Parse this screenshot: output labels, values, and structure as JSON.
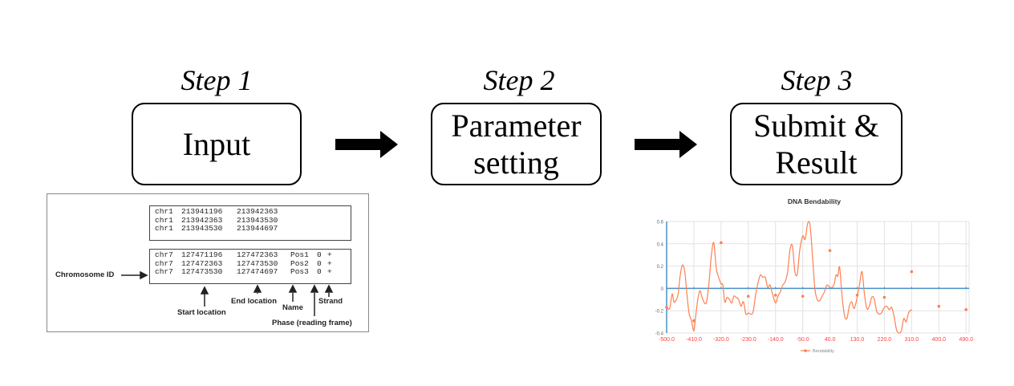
{
  "steps": [
    {
      "label": "Step 1",
      "box_text": [
        "Input"
      ]
    },
    {
      "label": "Step 2",
      "box_text": [
        "Parameter",
        "setting"
      ]
    },
    {
      "label": "Step 3",
      "box_text": [
        "Submit &",
        "Result"
      ]
    }
  ],
  "arrows": [
    {
      "from": "Step 1",
      "to": "Step 2",
      "icon": "right-arrow-icon"
    },
    {
      "from": "Step 2",
      "to": "Step 3",
      "icon": "right-arrow-icon"
    }
  ],
  "input_example": {
    "bed3_rows": [
      [
        "chr1",
        "213941196",
        "213942363"
      ],
      [
        "chr1",
        "213942363",
        "213943530"
      ],
      [
        "chr1",
        "213943530",
        "213944697"
      ]
    ],
    "bed6_rows": [
      [
        "chr7",
        "127471196",
        "127472363",
        "Pos1",
        "0",
        "+"
      ],
      [
        "chr7",
        "127472363",
        "127473530",
        "Pos2",
        "0",
        "+"
      ],
      [
        "chr7",
        "127473530",
        "127474697",
        "Pos3",
        "0",
        "+"
      ]
    ],
    "annotations": {
      "chromosome_id": "Chromosome ID",
      "start_location": "Start location",
      "end_location": "End location",
      "name": "Name",
      "strand": "Strand",
      "phase": "Phase (reading frame)"
    }
  },
  "chart_data": {
    "type": "line",
    "title": "DNA Bendability",
    "xlabel": "",
    "ylabel": "",
    "xlim": [
      -500,
      500
    ],
    "ylim": [
      -0.4,
      0.6
    ],
    "x_ticks": [
      "-500.0",
      "-410.0",
      "-320.0",
      "-230.0",
      "-140.0",
      "-50.0",
      "40.0",
      "130.0",
      "220.0",
      "310.0",
      "400.0",
      "490.0"
    ],
    "y_ticks": [
      "0.6",
      "0.4",
      "0.2",
      "0",
      "-0.2",
      "-0.4"
    ],
    "grid": true,
    "legend": "bottom-center",
    "colors": {
      "series": "#ff7f50",
      "axis": "#4a90c8",
      "tick_label_x": "#ff4040",
      "tick_label_y": "#666666",
      "grid": "#e2e2e2"
    },
    "series": [
      {
        "name": "Bendability",
        "x": [
          -500,
          -490,
          -482,
          -476,
          -470,
          -462,
          -455,
          -448,
          -440,
          -433,
          -426,
          -418,
          -410,
          -404,
          -397,
          -390,
          -383,
          -375,
          -368,
          -360,
          -352,
          -344,
          -336,
          -328,
          -320,
          -314,
          -308,
          -300,
          -292,
          -285,
          -278,
          -270,
          -262,
          -254,
          -246,
          -238,
          -230,
          -222,
          -214,
          -206,
          -198,
          -190,
          -182,
          -174,
          -166,
          -158,
          -150,
          -140,
          -132,
          -124,
          -116,
          -108,
          -100,
          -92,
          -84,
          -76,
          -68,
          -60,
          -50,
          -42,
          -34,
          -26,
          -18,
          -10,
          -2,
          6,
          14,
          22,
          30,
          40,
          48,
          54,
          60,
          66,
          72,
          80,
          88,
          96,
          104,
          112,
          120,
          130,
          138,
          146,
          154,
          162,
          170,
          178,
          186,
          194,
          202,
          210,
          220,
          228,
          236,
          244,
          252,
          260,
          268,
          276,
          284,
          292,
          300,
          310,
          318,
          326,
          334,
          342,
          350,
          358,
          366,
          374,
          382,
          392,
          400,
          408,
          416,
          424,
          432,
          440,
          448,
          456,
          464,
          472,
          480,
          490,
          500
        ],
        "y": [
          -0.17,
          -0.18,
          -0.05,
          -0.12,
          -0.11,
          -0.05,
          0.12,
          0.21,
          0.15,
          -0.05,
          -0.22,
          -0.29,
          -0.38,
          -0.25,
          -0.1,
          -0.02,
          -0.08,
          -0.13,
          -0.12,
          0.05,
          0.3,
          0.41,
          0.18,
          0.1,
          0.04,
          0.03,
          -0.12,
          -0.08,
          -0.1,
          -0.13,
          -0.07,
          -0.08,
          -0.1,
          -0.16,
          -0.12,
          -0.23,
          -0.22,
          -0.23,
          -0.21,
          -0.06,
          0.05,
          0.12,
          0.1,
          0.1,
          0.01,
          0.03,
          -0.05,
          -0.13,
          -0.07,
          -0.03,
          0.03,
          0.06,
          0.15,
          0.35,
          0.38,
          0.15,
          0.13,
          0.34,
          0.47,
          0.44,
          0.58,
          0.57,
          0.3,
          0.0,
          -0.1,
          -0.11,
          -0.07,
          -0.03,
          0.03,
          0.01,
          0.01,
          0.04,
          0.12,
          0.11,
          0.19,
          -0.07,
          -0.24,
          -0.27,
          -0.16,
          -0.12,
          -0.18,
          -0.08,
          0.04,
          0.15,
          -0.05,
          -0.18,
          -0.16,
          -0.08,
          -0.09,
          -0.2,
          -0.23,
          -0.22,
          -0.17,
          -0.16,
          -0.19,
          -0.17,
          -0.25,
          -0.37,
          -0.4,
          -0.38,
          -0.27,
          -0.3,
          -0.22,
          -0.19,
          -0.19
        ]
      }
    ],
    "marked_points": [
      {
        "x": -500,
        "y": -0.17
      },
      {
        "x": -410,
        "y": -0.29
      },
      {
        "x": -320,
        "y": 0.41
      },
      {
        "x": -230,
        "y": -0.07
      },
      {
        "x": -140,
        "y": -0.06
      },
      {
        "x": -50,
        "y": -0.07
      },
      {
        "x": 40,
        "y": 0.34
      },
      {
        "x": 130,
        "y": -0.06
      },
      {
        "x": 220,
        "y": -0.08
      },
      {
        "x": 310,
        "y": 0.15
      },
      {
        "x": 400,
        "y": -0.16
      },
      {
        "x": 490,
        "y": -0.19
      }
    ]
  }
}
